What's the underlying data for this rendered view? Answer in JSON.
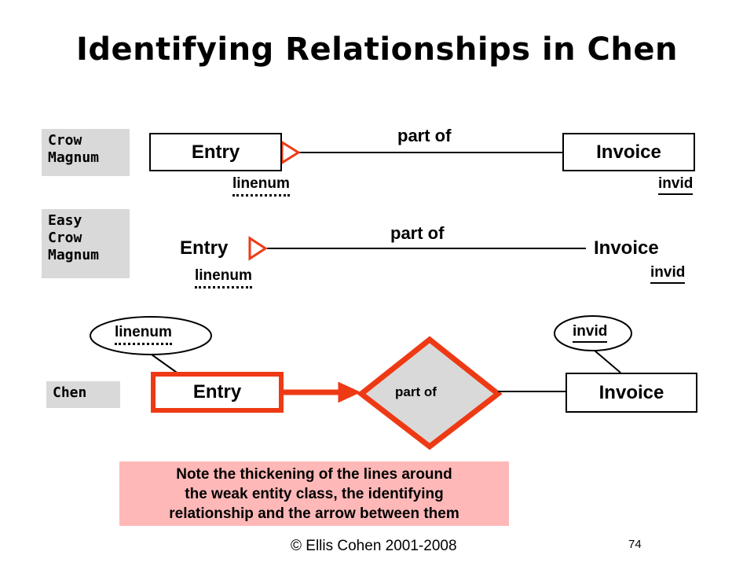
{
  "title": "Identifying Relationships in Chen",
  "rows": {
    "crow": {
      "label": "Crow\nMagnum",
      "entity_left": "Entry",
      "entity_right": "Invoice",
      "relationship": "part of",
      "attr_left": "linenum",
      "attr_right": "invid"
    },
    "easy": {
      "label": "Easy\nCrow\nMagnum",
      "entity_left": "Entry",
      "entity_right": "Invoice",
      "relationship": "part of",
      "attr_left": "linenum",
      "attr_right": "invid"
    },
    "chen": {
      "label": "Chen",
      "entity_left": "Entry",
      "entity_right": "Invoice",
      "relationship": "part of",
      "attr_left": "linenum",
      "attr_right": "invid"
    }
  },
  "note": [
    "Note the thickening of the lines around",
    "the weak entity class, the identifying",
    "relationship and the arrow between them"
  ],
  "footer": "© Ellis Cohen 2001-2008",
  "page_number": "74",
  "colors": {
    "accent": "#ee3a14",
    "label_bg": "#d9d9d9",
    "note_bg": "#ffb8b8",
    "diamond_fill": "#d9d9d9"
  }
}
